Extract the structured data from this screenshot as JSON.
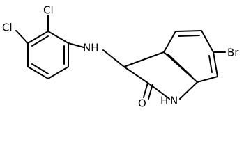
{
  "molecule": {
    "atoms": {
      "cl_upper": "Cl",
      "cl_left": "Cl",
      "nh_amine": "NH",
      "br": "Br",
      "oxygen": "O",
      "h_lactam": "H",
      "n_lactam": "N"
    }
  }
}
